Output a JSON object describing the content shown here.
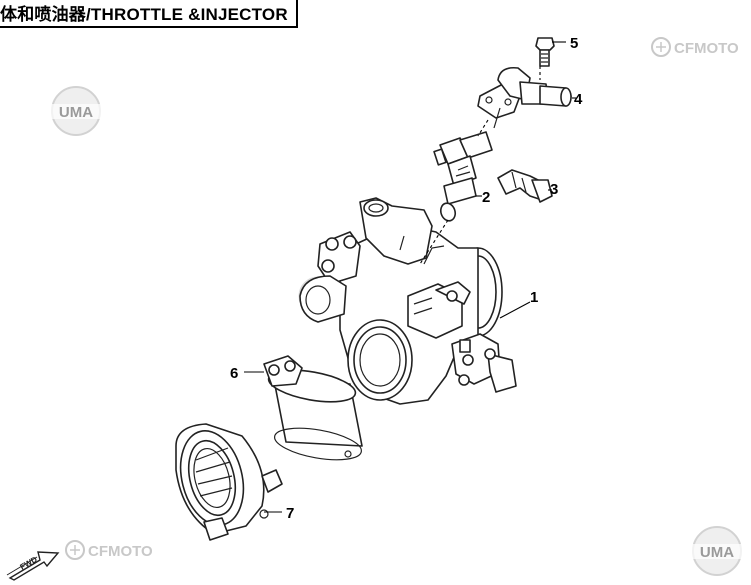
{
  "title": "体和喷油器/THROTTLE &INJECTOR",
  "watermarks": {
    "cfmoto": "CFMOTO",
    "uma": "UMA"
  },
  "fwd_label": "FWD",
  "callouts": [
    {
      "id": "callout-1",
      "label": "1",
      "part": "throttle-body"
    },
    {
      "id": "callout-2",
      "label": "2",
      "part": "fuel-injector"
    },
    {
      "id": "callout-3",
      "label": "3",
      "part": "injector-clip"
    },
    {
      "id": "callout-4",
      "label": "4",
      "part": "fuel-connector"
    },
    {
      "id": "callout-5",
      "label": "5",
      "part": "bolt"
    },
    {
      "id": "callout-6",
      "label": "6",
      "part": "hose-clamp"
    },
    {
      "id": "callout-7",
      "label": "7",
      "part": "intake-boot"
    }
  ],
  "colors": {
    "line": "#222222",
    "watermark": "#c8c8c8",
    "background": "#ffffff"
  }
}
